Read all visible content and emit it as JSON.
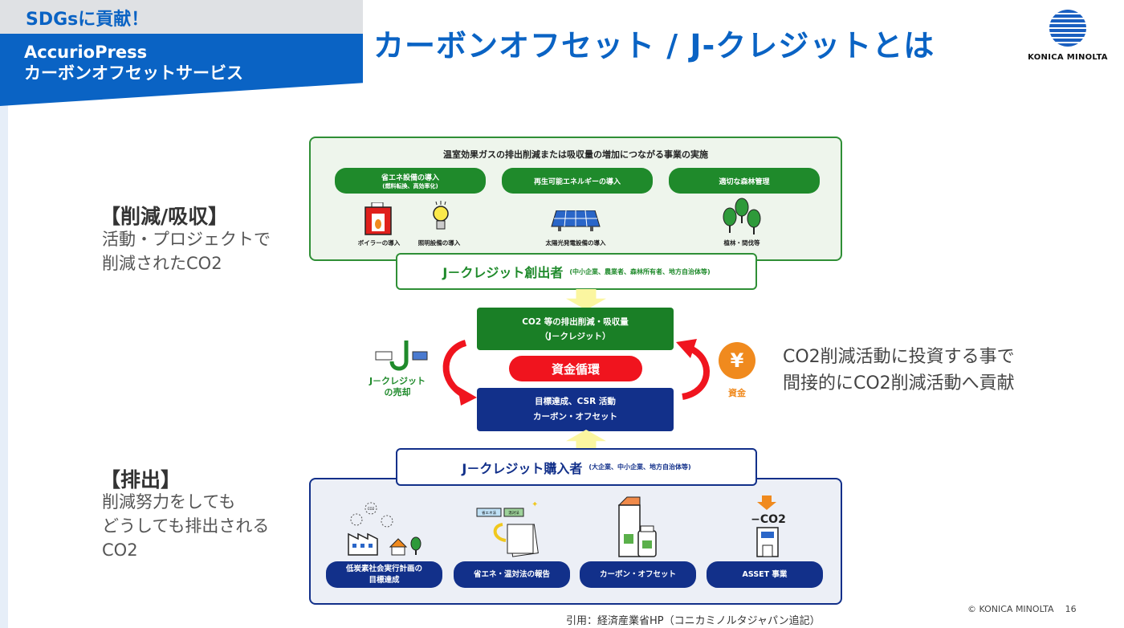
{
  "header": {
    "badge": "SDGsに貢献！",
    "product": "AccurioPress",
    "service": "カーボンオフセットサービス",
    "title": "カーボンオフセット / J-クレジットとは",
    "logo_text": "KONICA MINOLTA"
  },
  "left": {
    "reduce_heading": "【削減/吸収】",
    "reduce_lines": [
      "活動・プロジェクトで",
      "削減されたCO2"
    ],
    "emit_heading": "【排出】",
    "emit_lines": [
      "削減努力をしても",
      "どうしても排出される",
      "CO2"
    ]
  },
  "right": {
    "lines": [
      "CO2削減活動に投資する事で",
      "間接的にCO2削減活動へ貢献"
    ]
  },
  "diagram": {
    "top_title": "温室効果ガスの排出削減または吸収量の増加につながる事業の実施",
    "top_pills": [
      {
        "label": "省エネ設備の導入",
        "sub": "(燃料転換、高効率化)"
      },
      {
        "label": "再生可能エネルギーの導入"
      },
      {
        "label": "適切な森林管理"
      }
    ],
    "top_captions": [
      "ボイラーの導入",
      "照明設備の導入",
      "太陽光発電設備の導入",
      "植林・間伐等"
    ],
    "creator": {
      "label": "J－クレジット創出者",
      "sub": "(中小企業、農業者、森林所有者、地方自治体等)"
    },
    "credit_box": [
      "CO2 等の排出削減・吸収量",
      "（J－クレジット）"
    ],
    "cycle": "資金循環",
    "target_box": [
      "目標達成、CSR 活動",
      "カーボン・オフセット"
    ],
    "sell_label": [
      "J－クレジット",
      "の売却"
    ],
    "yen": "¥",
    "fund_label": "資金",
    "buyer": {
      "label": "J－クレジット購入者",
      "sub": "(大企業、中小企業、地方自治体等)"
    },
    "bottom_pills": [
      [
        "低炭素社会実行計画の",
        "目標達成"
      ],
      [
        "省エネ・温対法の報告"
      ],
      [
        "カーボン・オフセット"
      ],
      [
        "ASSET 事業"
      ]
    ],
    "icon_text": {
      "co2": "CO2",
      "doc1": "省エネ法",
      "doc2": "温対法",
      "minus_co2": "−CO2"
    },
    "colors": {
      "brand_blue": "#0a63c4",
      "green": "#1f8a2b",
      "navy": "#12308a",
      "red": "#f0141e",
      "orange": "#f08a1e"
    }
  },
  "footer": {
    "copyright": "© KONICA MINOLTA",
    "page": "16",
    "citation": "引用：経済産業省HP（コニカミノルタジャパン追記）"
  }
}
